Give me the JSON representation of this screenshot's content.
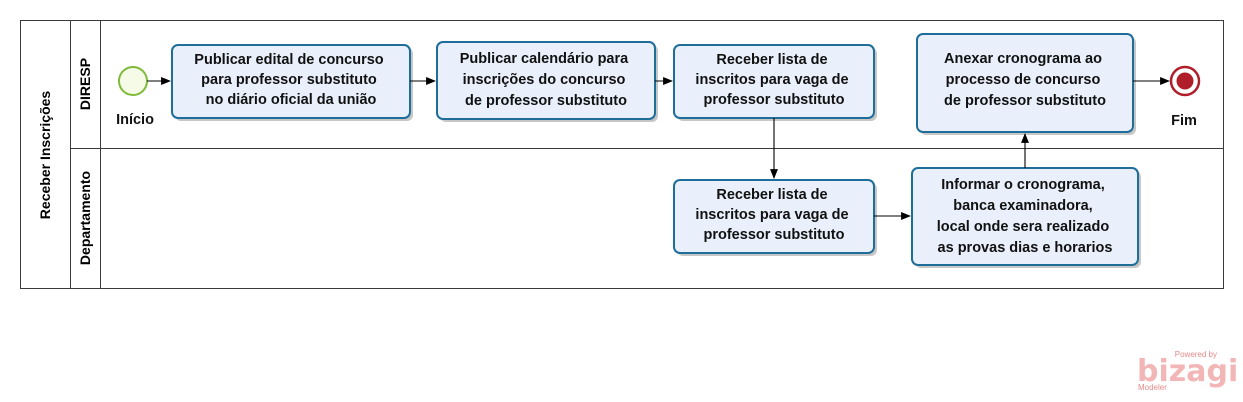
{
  "pool": {
    "label": "Receber Inscrições"
  },
  "lanes": [
    {
      "id": "diresp",
      "label": "DIRESP"
    },
    {
      "id": "departamento",
      "label": "Departamento"
    }
  ],
  "events": {
    "start": {
      "label": "Início",
      "color": "#7fba3a"
    },
    "end": {
      "label": "Fim",
      "color": "#b01e2a"
    }
  },
  "tasks": [
    {
      "id": "t1",
      "lines": [
        "Publicar edital de concurso",
        "para professor substituto",
        "no diário oficial da união"
      ]
    },
    {
      "id": "t2",
      "lines": [
        "Publicar calendário para",
        "inscrições do concurso",
        "de professor substituto"
      ]
    },
    {
      "id": "t3",
      "lines": [
        "Receber lista de",
        "inscritos para vaga de",
        "professor substituto"
      ]
    },
    {
      "id": "t4",
      "lines": [
        "Anexar cronograma ao",
        "processo  de concurso",
        "de professor substituto"
      ]
    },
    {
      "id": "t5",
      "lines": [
        "Receber lista de",
        "inscritos para vaga de",
        "professor substituto"
      ]
    },
    {
      "id": "t6",
      "lines": [
        "Informar o cronograma,",
        "banca examinadora,",
        "local onde sera realizado",
        "as provas dias e horarios"
      ]
    }
  ],
  "watermark": {
    "powered": "Powered by",
    "brand": "bizagi",
    "product": "Modeler"
  },
  "colors": {
    "task_fill": "#e9f0fb",
    "task_stroke": "#1f6e9a"
  }
}
